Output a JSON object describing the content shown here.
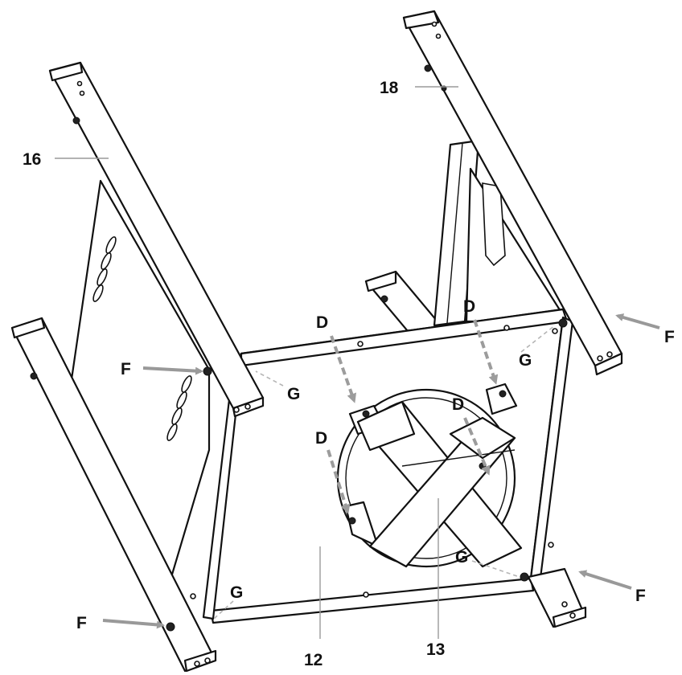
{
  "labels": {
    "part_16": "16",
    "part_18": "18",
    "part_12": "12",
    "part_13": "13",
    "f_right_top": "F",
    "f_left_mid": "F",
    "f_right_bottom": "F",
    "f_left_bottom": "F",
    "g_right_top": "G",
    "g_left_mid": "G",
    "g_right_bottom": "G",
    "g_left_bottom": "G",
    "d_top_left": "D",
    "d_top_right": "D",
    "d_mid_right": "D",
    "d_mid_left": "D"
  },
  "colors": {
    "line": "#111111",
    "leader": "#9a9a9a",
    "arrow": "#999999",
    "background": "#ffffff"
  }
}
